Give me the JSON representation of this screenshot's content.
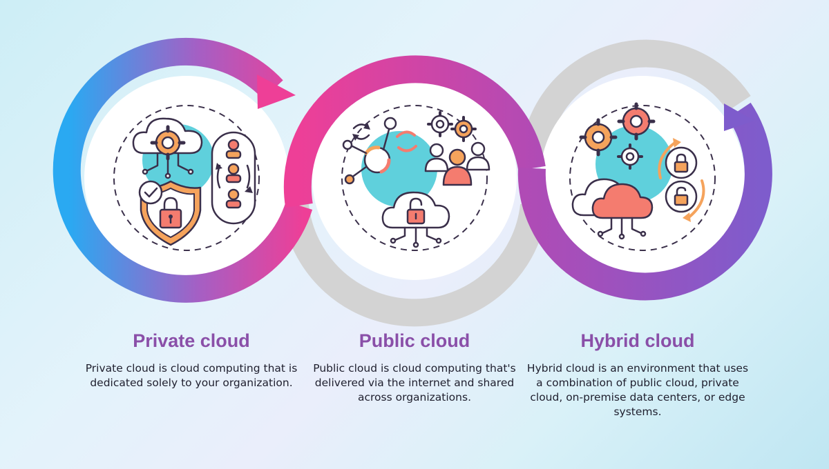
{
  "sections": [
    {
      "title": "Private cloud",
      "description": "Private cloud is cloud computing that is dedicated solely to your organization."
    },
    {
      "title": "Public cloud",
      "description": "Public cloud is cloud computing that's delivered via the internet and shared across organizations."
    },
    {
      "title": "Hybrid cloud",
      "description": "Hybrid cloud is an environment that uses a combination of public cloud, private cloud, on-premise data centers, or edge systems."
    }
  ],
  "colors": {
    "title": "#8a4fa8",
    "blue": "#2aa9f2",
    "pink": "#ee3f97",
    "purple": "#8a5bc9",
    "gray": "#d3d3d3",
    "teal": "#5fd0dc",
    "orange": "#f5a35c",
    "salmon": "#f47c6f",
    "stroke": "#3a2f4a"
  },
  "icons": {
    "private": "cloud-gear-shield-lock-users-icon",
    "public": "cloud-lock-network-users-gears-icon",
    "hybrid": "cloud-gears-lock-cycle-icon"
  }
}
